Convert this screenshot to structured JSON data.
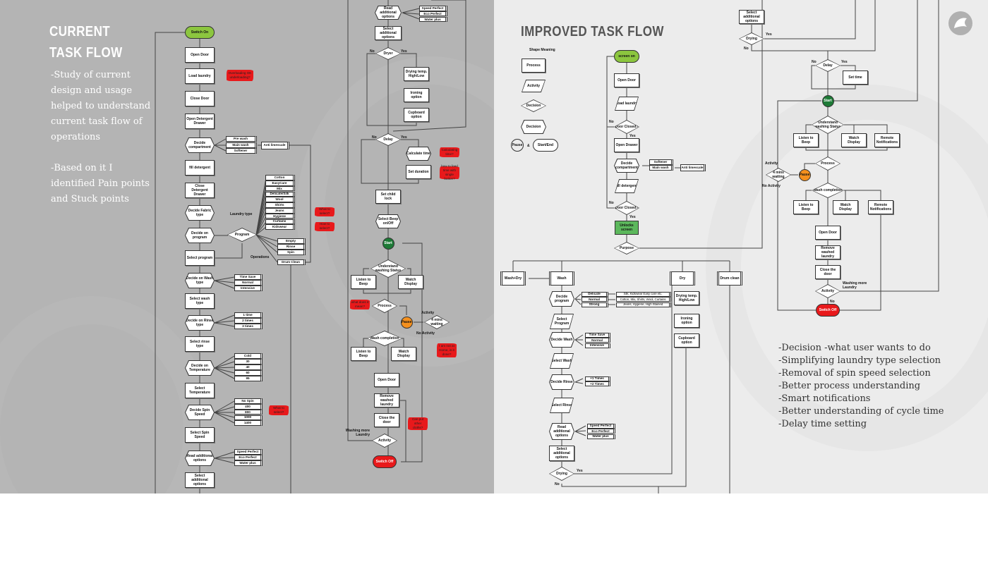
{
  "current": {
    "title_line1": "CURRENT",
    "title_line2": "TASK FLOW",
    "notes1": [
      "-Study of current",
      "design and usage",
      "helped to understand",
      "current task flow of",
      "operations"
    ],
    "notes2": [
      "-Based on it I",
      "identified Pain points",
      "and Stuck points"
    ],
    "main": [
      "Switch On",
      "Open Door",
      "Load laundry",
      "Close Door",
      "Open Detergent Drawer",
      "Decide compartment",
      "fill detergent",
      "Close Detergent Drawer",
      "Decide Fabric type",
      "Decide on program",
      "Select program",
      "Decide on Wash type",
      "Select wash type",
      "Decide on Rinse type",
      "Select rinse type",
      "Decide on Temperature",
      "Select Temperature",
      "Decide Spin Speed",
      "Select Spin Speed",
      "Read additional options",
      "Select additional options"
    ],
    "compartments": [
      "Pre wash",
      "Main wash",
      "Softener"
    ],
    "anti_limescale": "Anti limescale",
    "program": "Program",
    "laundry_type_label": "Laundry type",
    "operations_label": "Operations",
    "laundry_types": [
      "Cotton",
      "EasyCare",
      "Mix",
      "Delicate/Silk",
      "Wool",
      "Shirts",
      "Jeans",
      "Hygiene",
      "Curtains",
      "Kidswear"
    ],
    "operations": [
      "Empty",
      "Rinse",
      "Spin"
    ],
    "drum_clean": "Drum Clean",
    "wash_types": [
      "Time Save",
      "Normal",
      "Intensive"
    ],
    "rinse_types": [
      "1 time",
      "2 times",
      "3 times"
    ],
    "temperatures": [
      "Cold",
      "30",
      "40",
      "60",
      "95"
    ],
    "spin_speeds": [
      "No Spin",
      "400",
      "800",
      "1000",
      "1400"
    ],
    "additional": [
      "Speed Perfect",
      "Eco Perfect",
      "Water plus"
    ],
    "col2": [
      "Read additional options",
      "Select additional options",
      "Dryer",
      "Drying temp. High/Low",
      "Ironing option",
      "Cupboard option",
      "Delay",
      "Calculate time",
      "Set duration",
      "Set child lock",
      "Select Beep on/Off",
      "Start",
      "Understand washing Status",
      "Listen to Beep",
      "Watch Display",
      "Process",
      "Pause",
      "4 mins waiting",
      "Wash completion",
      "Listen to Beep",
      "Watch Display",
      "Open Door",
      "Remove washed laundry",
      "Close the door",
      "Activity",
      "Switch Off"
    ],
    "labels": {
      "no": "No",
      "yes": "Yes",
      "activity": "Activity",
      "no_activity": "No Activity",
      "washing_more": "Washing more Laundry"
    },
    "pain_points": [
      "Overloading OK underloading?",
      "What to select?",
      "How to select?",
      "What to select?",
      "Calculating time?",
      "how to feed time with single button?",
      "what does it mean?",
      "I am not at Home, is it done?",
      "Can put other cloths?"
    ]
  },
  "improved": {
    "title": "IMPROVED TASK FLOW",
    "legend": {
      "heading": "Shape Meaning",
      "process": "Process",
      "activity": "Activity",
      "decision1": "Decision",
      "decision2": "Decision",
      "pause": "Pause",
      "and": "&",
      "startend": "Start/End"
    },
    "main": [
      "screen on",
      "Open Door",
      "Load laundry",
      "Door Closed?",
      "Open Drawer",
      "Decide compartment",
      "fill detergent",
      "Door Closed?",
      "Unlocks screen",
      "Purpose"
    ],
    "compartments": [
      "Softener",
      "Main wash"
    ],
    "anti_limescale": "Anti limescale",
    "purposes": [
      "Wash+Dry",
      "Wash",
      "Dry",
      "Drum clean"
    ],
    "wash": [
      "Decide program",
      "Select Program",
      "Decide Wash",
      "Select Wash",
      "Decide Rinse",
      "Select Rinse",
      "Read additional options",
      "Select additional options",
      "Drying"
    ],
    "program_levels": [
      "Delicate",
      "Normal",
      "Strong"
    ],
    "program_desc": [
      "Silk, Kidswear Easy care etc.",
      "Cotton, Mix, Shirts, Wool, Curtains",
      "Jeans, Hygiene, High Stained"
    ],
    "wash_types": [
      "Time Save",
      "Normal",
      "Intensive"
    ],
    "rinse": [
      "+1 Times",
      "+2 Times"
    ],
    "additional": [
      "Speed Perfect",
      "Eco Perfect",
      "Water plus"
    ],
    "dry": [
      "Drying temp. High/Low",
      "Ironing option",
      "Cupboard option"
    ],
    "top": [
      "Select additional options",
      "Drying",
      "Delay",
      "Set time",
      "Start",
      "Understand washing Status",
      "Listen to Beep",
      "Watch Display",
      "Remote Notifications",
      "Process",
      "Pause",
      "4 mins waiting",
      "Wash completion",
      "Listen to Beep",
      "Watch Display",
      "Remote Notifications",
      "Open Door",
      "Remove washed laundry",
      "Close the door",
      "Activity",
      "Switch Off"
    ],
    "labels": {
      "no": "No",
      "yes": "Yes",
      "activity": "Activity",
      "no_activity": "No Activity",
      "washing_more": "Washing more Laundry"
    },
    "improvements": [
      "-Decision -what user wants to do",
      "-Simplifying laundry type selection",
      "-Removal of spin speed selection",
      "-Better process understanding",
      "-Smart notifications",
      "-Better understanding of cycle time",
      "-Delay time setting"
    ]
  },
  "colors": {
    "start_green": "#8cc63f",
    "start_circle": "#1d7a36",
    "stop_red": "#e8191b",
    "pause_orange": "#f4901e",
    "pain_flag": "#e8191b"
  }
}
